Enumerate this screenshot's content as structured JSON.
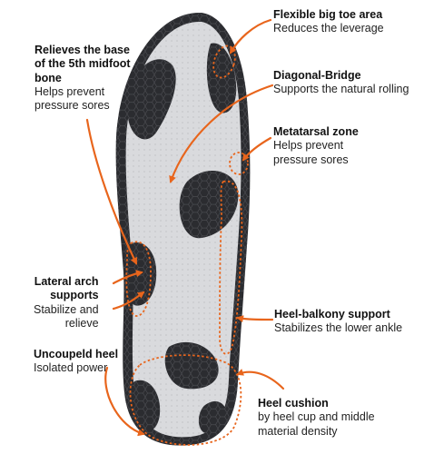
{
  "callouts": {
    "flexible_big_toe": {
      "title": "Flexible big toe area",
      "desc": [
        "Reduces the leverage"
      ]
    },
    "diagonal_bridge": {
      "title": "Diagonal-Bridge",
      "desc": [
        "Supports the natural rolling"
      ]
    },
    "metatarsal_zone": {
      "title": "Metatarsal zone",
      "desc": [
        "Helps prevent",
        "pressure sores"
      ]
    },
    "relieves_5th": {
      "title": [
        "Relieves the base",
        "of the 5th midfoot",
        "bone"
      ],
      "desc": [
        "Helps prevent",
        "pressure sores"
      ]
    },
    "lateral_arch": {
      "title": [
        "Lateral arch",
        "supports"
      ],
      "desc": [
        "Stabilize and",
        "relieve"
      ]
    },
    "heel_balkony": {
      "title": "Heel-balkony support",
      "desc": [
        "Stabilizes the lower ankle"
      ]
    },
    "uncoupled_heel": {
      "title": "Uncoupeld heel",
      "desc": [
        "Isolated power"
      ]
    },
    "heel_cushion": {
      "title": "Heel cushion",
      "desc": [
        "by heel cup and middle",
        "material density"
      ]
    }
  },
  "colors": {
    "accent_orange": "#e8651c",
    "insole_grey": "#d9dadd",
    "insole_dark": "#2b2c30",
    "text": "#222222"
  }
}
